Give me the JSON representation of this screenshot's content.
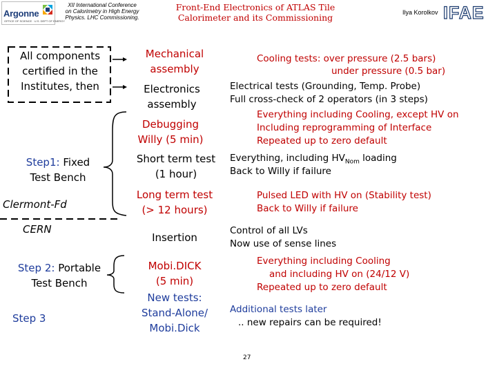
{
  "header": {
    "argonne_logo": "Argonne",
    "argonne_sub": "OFFICE OF SCIENCE · U.S. DEPT OF ENERGY",
    "conference": [
      "XII International Conference",
      "on Calorimetry in High Energy",
      "Physics. LHC Commissioning."
    ],
    "title": [
      "Front-End Electronics of ATLAS Tile",
      "Calorimeter and its Commissioning"
    ],
    "author": "Ilya Korolkov",
    "ifae_logo": "IFAE"
  },
  "left": {
    "certified": [
      "All components",
      "certified in the",
      "Institutes, then"
    ],
    "step1_prefix": "Step1:",
    "step1_rest": "Fixed",
    "step1_line2": "Test Bench",
    "clermont": "Clermont-Fd",
    "cern": "CERN",
    "step2_prefix": "Step 2:",
    "step2_rest": "Portable",
    "step2_line2": "Test Bench",
    "step3": "Step 3"
  },
  "middle": {
    "mechanical": [
      "Mechanical",
      "assembly"
    ],
    "electronics": [
      "Electronics",
      "assembly"
    ],
    "debugging": [
      "Debugging",
      "Willy (5 min)"
    ],
    "short_term": [
      "Short term test",
      "(1 hour)"
    ],
    "long_term": [
      "Long term test",
      "(> 12 hours)"
    ],
    "insertion": "Insertion",
    "mobidick": [
      "Mobi.DICK",
      "(5 min)"
    ],
    "new_tests": [
      "New tests:",
      "Stand-Alone/",
      "Mobi.Dick"
    ]
  },
  "right": {
    "cooling_1": "Cooling tests: over pressure (2.5 bars)",
    "cooling_2": "under pressure (0.5 bar)",
    "electrical": "Electrical tests (Grounding, Temp. Probe)",
    "crosscheck": "Full cross-check of 2 operators (in 3 steps)",
    "everything_1": "Everything including Cooling, except HV on",
    "everything_2": "Including reprogramming of Interface",
    "everything_3": "Repeated up to zero default",
    "short_1a": "Everything, including HV",
    "short_1sub": "Nom",
    "short_1b": " loading",
    "short_2": "Back to Willy if failure",
    "pulsed_1": "Pulsed LED with HV on (Stability test)",
    "pulsed_2": "Back to Willy if failure",
    "control_1": "Control of all LVs",
    "control_2": "Now use of sense lines",
    "mobi_1": "Everything including Cooling",
    "mobi_2": "and including HV on (24/12 V)",
    "mobi_3": "Repeated up to zero default",
    "additional_1": "Additional tests later",
    "additional_2": ".. new repairs can be required!"
  },
  "page_number": "27",
  "colors": {
    "red": "#c00000",
    "navy": "#1e3c9c",
    "logo_blue": "#1a3a6e"
  }
}
